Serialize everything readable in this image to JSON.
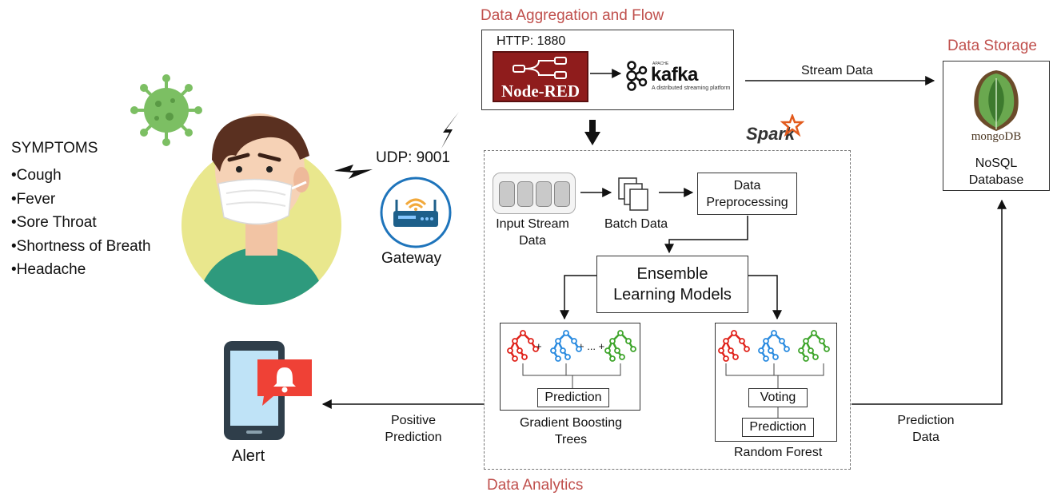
{
  "sections": {
    "aggregation_title": "Data Aggregation and Flow",
    "storage_title": "Data Storage",
    "analytics_title": "Data Analytics"
  },
  "symptoms": {
    "heading": "SYMPTOMS",
    "items": [
      "Cough",
      "Fever",
      "Sore Throat",
      "Shortness of Breath",
      "Headache"
    ]
  },
  "gateway": {
    "udp_label": "UDP: 9001",
    "label": "Gateway"
  },
  "aggregation": {
    "http_label": "HTTP: 1880",
    "nodered_label": "Node-RED",
    "kafka_label": "kafka",
    "kafka_apache": "APACHE",
    "kafka_tagline": "A distributed streaming platform",
    "stream_label": "Stream Data"
  },
  "storage": {
    "mongo_label": "mongoDB",
    "db_label_line1": "NoSQL",
    "db_label_line2": "Database"
  },
  "analytics": {
    "spark_label": "Spark",
    "input_stream_line1": "Input Stream",
    "input_stream_line2": "Data",
    "batch_data": "Batch Data",
    "preprocess_line1": "Data",
    "preprocess_line2": "Preprocessing",
    "ensemble_line1": "Ensemble",
    "ensemble_line2": "Learning Models",
    "gbt_prediction": "Prediction",
    "gbt_line1": "Gradient Boosting",
    "gbt_line2": "Trees",
    "gbt_plus1": "+",
    "gbt_plus2": "+ ... +",
    "rf_voting": "Voting",
    "rf_prediction": "Prediction",
    "rf_label": "Random Forest"
  },
  "outputs": {
    "positive_line1": "Positive",
    "positive_line2": "Prediction",
    "prediction_data_line1": "Prediction",
    "prediction_data_line2": "Data",
    "alert_label": "Alert"
  },
  "colors": {
    "section_title": "#c0504d",
    "tree_red": "#e0231b",
    "tree_blue": "#2a8be0",
    "tree_green": "#3fa52c",
    "nodered_bg": "#8f1c1c",
    "person_circle": "#e9e78d",
    "virus_green": "#7cbf63",
    "gateway_ring": "#1e74bb",
    "phone_body": "#2f3e4a",
    "phone_screen": "#bfe3f7",
    "alert_red": "#ef4136",
    "mongo_green": "#4a9a3f"
  }
}
